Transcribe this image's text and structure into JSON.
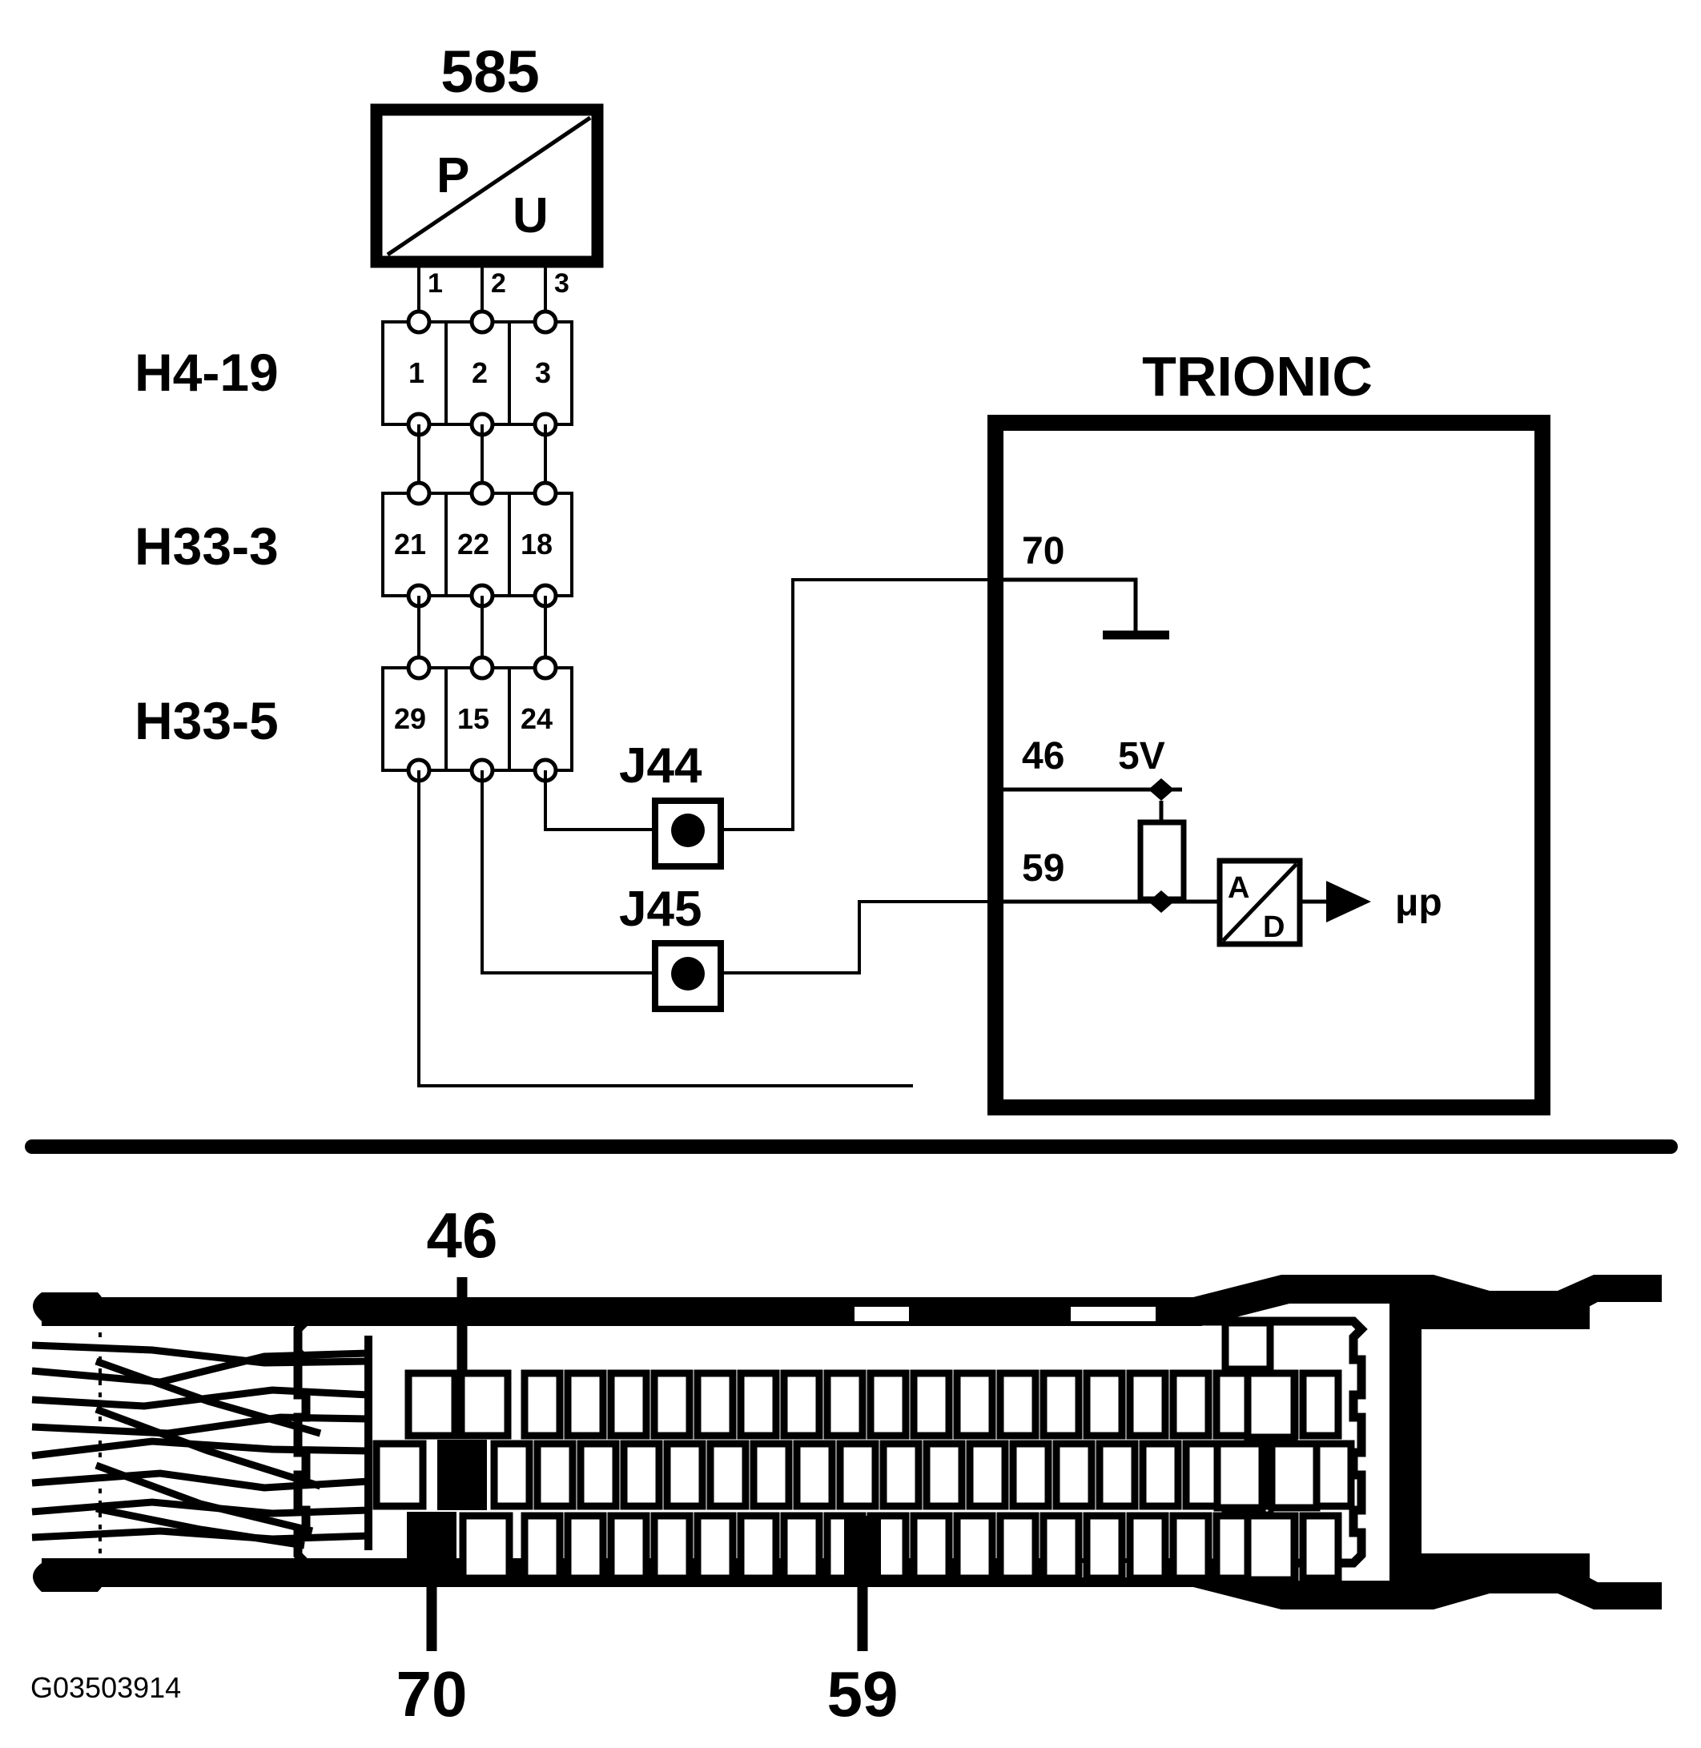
{
  "figure": {
    "id_code": "G03503914",
    "title_component": "TRIONIC",
    "sensor_ref": "585",
    "sensor_symbol_left": "P",
    "sensor_symbol_right": "U"
  },
  "sensor": {
    "ref": "585",
    "label_p": "P",
    "label_u": "U",
    "pins": [
      "1",
      "2",
      "3"
    ]
  },
  "connectors": [
    {
      "name": "H4-19",
      "pins": [
        "1",
        "2",
        "3"
      ]
    },
    {
      "name": "H33-3",
      "pins": [
        "21",
        "22",
        "18"
      ]
    },
    {
      "name": "H33-5",
      "pins": [
        "29",
        "15",
        "24"
      ]
    }
  ],
  "splices": [
    {
      "name": "J44"
    },
    {
      "name": "J45"
    }
  ],
  "ecu": {
    "title": "TRIONIC",
    "pins": [
      {
        "number": "70",
        "role": "ground"
      },
      {
        "number": "46",
        "role": "supply"
      },
      {
        "number": "59",
        "role": "signal"
      }
    ],
    "supply_label": "5V",
    "adc": {
      "label_a": "A",
      "label_d": "D"
    },
    "output_label": "μp"
  },
  "connector_view": {
    "callouts": [
      {
        "number": "46",
        "position": "top"
      },
      {
        "number": "70",
        "position": "bottom"
      },
      {
        "number": "59",
        "position": "bottom"
      }
    ],
    "rows": [
      {
        "index": 0,
        "cavity_count": 19
      },
      {
        "index": 1,
        "cavity_count": 20
      },
      {
        "index": 2,
        "cavity_count": 19
      }
    ]
  },
  "colors": {
    "ink": "#000000",
    "paper": "#ffffff"
  }
}
